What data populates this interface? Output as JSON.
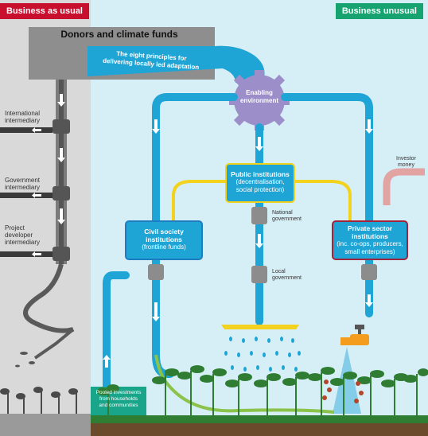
{
  "tags": {
    "left": "Business as usual",
    "right": "Business unusual"
  },
  "donors": {
    "title": "Donors and climate funds"
  },
  "principles": {
    "line1": "The eight principles for",
    "line2": "delivering locally led adaptation"
  },
  "enabling": {
    "line1": "Enabling",
    "line2": "environment"
  },
  "left_labels": {
    "international": [
      "International",
      "intermediary"
    ],
    "government": [
      "Government",
      "intermediary"
    ],
    "project": [
      "Project",
      "developer",
      "intermediary"
    ]
  },
  "public_institutions": {
    "title": "Public institutions",
    "sub1": "(decentralisation,",
    "sub2": "social protection)"
  },
  "civil_society": {
    "title1": "Civil society",
    "title2": "institutions",
    "sub": "(frontline funds)"
  },
  "private_sector": {
    "title1": "Private sector",
    "title2": "institutions",
    "sub1": "(inc. co-ops, producers,",
    "sub2": "small enterprises)"
  },
  "investor": {
    "line1": "Investor",
    "line2": "money"
  },
  "national": {
    "line1": "National",
    "line2": "government"
  },
  "local": {
    "line1": "Local",
    "line2": "government"
  },
  "pooled": {
    "line1": "Pooled investments",
    "line2": "from households",
    "line3": "and communities"
  },
  "colors": {
    "bau_bg": "#d9d9d9",
    "unusual_bg": "#d6eef6",
    "pipe_blue": "#1ea5d6",
    "pipe_yellow": "#f2d21c",
    "private_red": "#a1243b",
    "teal": "#18a58a",
    "gear": "#9b8ec9",
    "green_plant": "#2f7d32",
    "soil": "#6b4a2b"
  }
}
